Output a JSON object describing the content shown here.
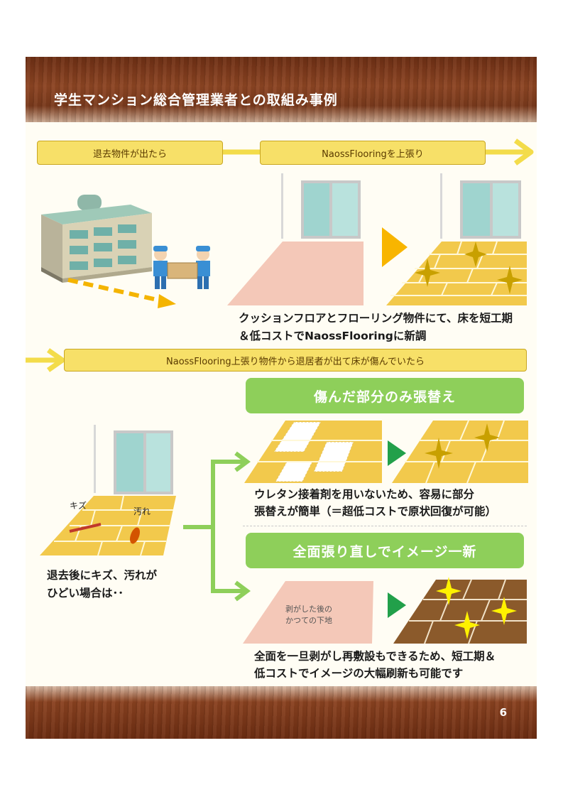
{
  "header": {
    "title": "学生マンション総合管理業者との取組み事例"
  },
  "footer": {
    "page_number": "6"
  },
  "banners": {
    "move_out": "退去物件が出たら",
    "overlay": "NaossFlooringを上張り",
    "damaged": "NaossFlooring上張り物件から退居者が出て床が傷んでいたら"
  },
  "captions": {
    "renewal_line1": "クッションフロアとフローリング物件にて、床を短工期",
    "renewal_line2": "＆低コストでNaossFlooringに新調",
    "damage_label_scratch": "キズ",
    "damage_label_stain": "汚れ",
    "bad_line1": "退去後にキズ、汚れが",
    "bad_line2": "ひどい場合は･･",
    "partial_line1": "ウレタン接着剤を用いないため、容易に部分",
    "partial_line2": "張替えが簡単（＝超低コストで原状回復が可能）",
    "full_line1": "全面を一旦剥がし再敷設もできるため、短工期＆",
    "full_line2": "低コストでイメージの大幅刷新も可能です",
    "subfloor_line1": "剥がした後の",
    "subfloor_line2": "かつての下地"
  },
  "options": {
    "partial": "傷んだ部分のみ張替え",
    "full": "全面張り直しでイメージ一新"
  },
  "colors": {
    "banner_fill": "#f7e068",
    "green_button": "#8ecf5a",
    "floor_yellow": "#f2c94c",
    "floor_brown": "#8b5a2b",
    "cushion_pink": "#f4c8b8"
  }
}
